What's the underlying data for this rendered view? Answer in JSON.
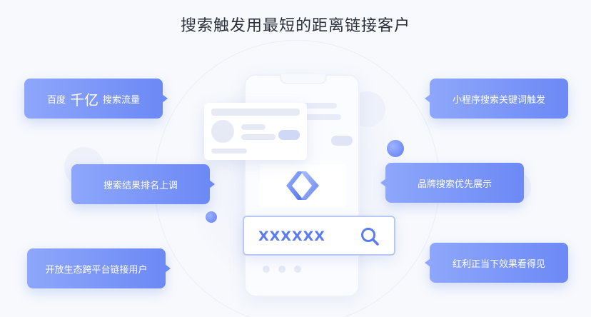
{
  "title": "搜索触发用最短的距离链接客户",
  "left_bubbles": [
    {
      "prefix": "百度",
      "highlight": "千亿",
      "suffix": "搜索流量"
    },
    {
      "label": "搜索结果排名上调"
    },
    {
      "label": "开放生态跨平台链接用户"
    }
  ],
  "right_bubbles": [
    {
      "label": "小程序搜索关键词触发"
    },
    {
      "label": "品牌搜索优先展示"
    },
    {
      "label": "红利正当下效果看得见"
    }
  ],
  "search": {
    "text": "XXXXXX"
  },
  "colors": {
    "accent": "#6c89f5",
    "accent_light": "#8ea7fb",
    "search_text": "#5a7cf0"
  },
  "icons": {
    "search": "search-icon",
    "brand_logo": "brand-logo-icon"
  }
}
